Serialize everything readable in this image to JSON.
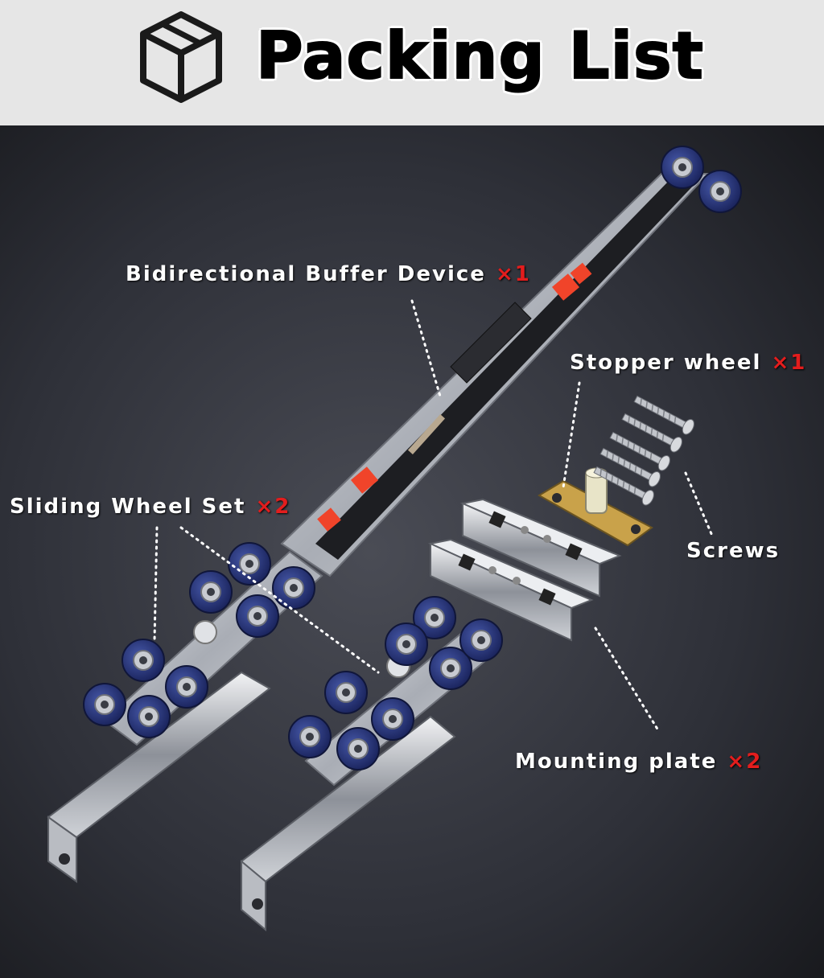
{
  "header": {
    "title": "Packing List",
    "icon": "box-icon"
  },
  "colors": {
    "header_bg": "#e6e6e6",
    "photo_bg": "#2a2c33",
    "label_text": "#ffffff",
    "quantity_text": "#e31d1d",
    "wheel": "#2b3a7a",
    "metal": "#c9ccd2",
    "buffer_accent": "#f0442a"
  },
  "labels": {
    "buffer": {
      "name": "Bidirectional Buffer Device",
      "qty": "×1"
    },
    "stopper": {
      "name": "Stopper wheel",
      "qty": "×1"
    },
    "sliding": {
      "name": "Sliding Wheel Set",
      "qty": "×2"
    },
    "screws": {
      "name": "Screws"
    },
    "mounting": {
      "name": "Mounting plate",
      "qty": "×2"
    }
  }
}
